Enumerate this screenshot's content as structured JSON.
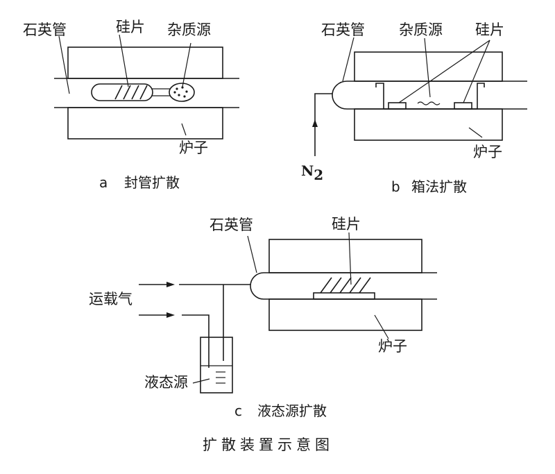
{
  "diagram": {
    "a": {
      "quartz_tube": "石英管",
      "wafer": "硅片",
      "impurity_source": "杂质源",
      "furnace": "炉子",
      "caption_letter": "a",
      "caption": "封管扩散"
    },
    "b": {
      "quartz_tube": "石英管",
      "impurity_source": "杂质源",
      "wafer": "硅片",
      "furnace": "炉子",
      "gas": "N",
      "gas_subscript": "2",
      "caption_letter": "b",
      "caption": "箱法扩散"
    },
    "c": {
      "quartz_tube": "石英管",
      "wafer": "硅片",
      "carrier_gas": "运载气",
      "liquid_source": "液态源",
      "furnace": "炉子",
      "caption_letter": "c",
      "caption": "液态源扩散"
    },
    "title": "扩散装置示意图"
  }
}
